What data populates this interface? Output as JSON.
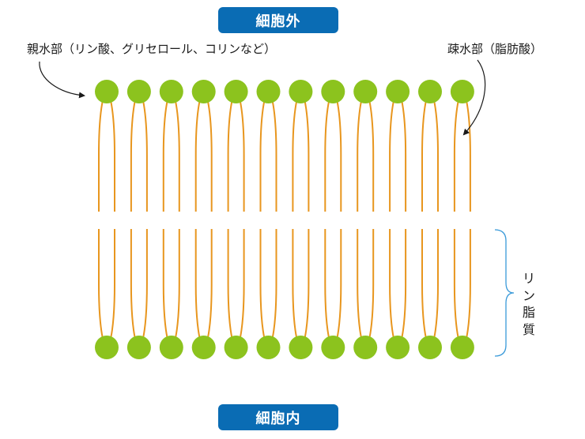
{
  "regions": {
    "outside": "細胞外",
    "inside": "細胞内"
  },
  "labels": {
    "hydrophilic": "親水部（リン酸、グリセロール、コリンなど）",
    "hydrophobic": "疎水部（脂肪酸）",
    "bilayer_chars": [
      "リ",
      "ン",
      "脂",
      "質"
    ]
  },
  "membrane": {
    "lipids_per_leaflet": 12
  },
  "colors": {
    "badge": "#0a6cb4",
    "head": "#8cc31e",
    "tail": "#e8961e",
    "brace": "#3a9ad9",
    "text": "#1a1a1a"
  }
}
